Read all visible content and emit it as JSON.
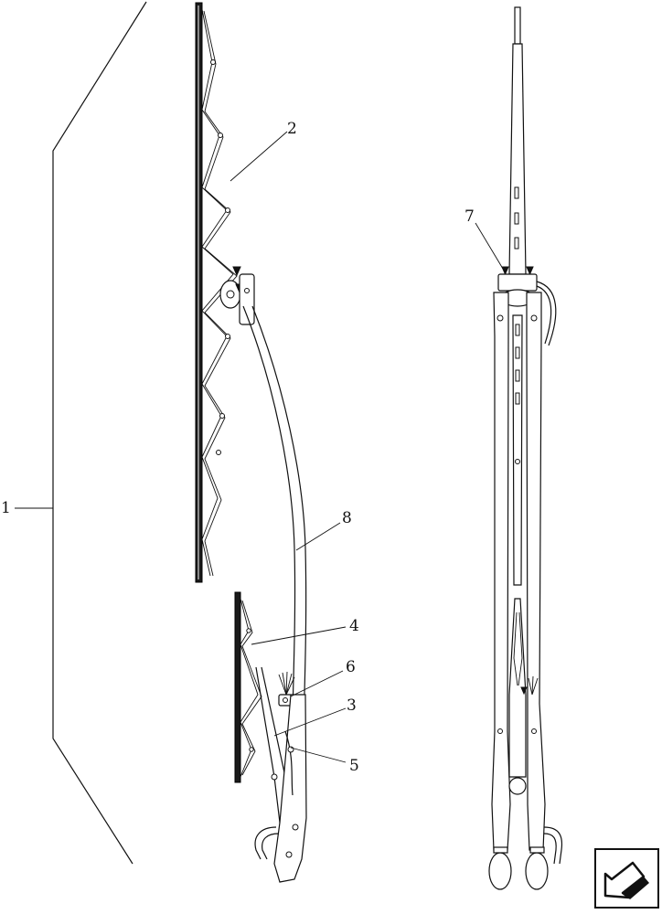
{
  "callouts": [
    "1",
    "2",
    "3",
    "4",
    "5",
    "6",
    "7",
    "8"
  ],
  "icons": {
    "nav_button": "next-page-arrow-icon"
  }
}
